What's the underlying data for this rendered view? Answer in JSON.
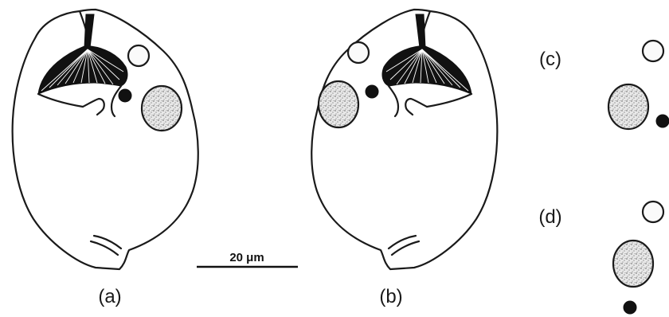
{
  "labels": {
    "a": "(a)",
    "b": "(b)",
    "c": "(c)",
    "d": "(d)"
  },
  "scale_bar": {
    "text": "20 μm"
  },
  "colors": {
    "ink": "#111111",
    "stipple_base": "#e8e8e8",
    "stipple_dot": "#555555",
    "background": "#ffffff"
  }
}
